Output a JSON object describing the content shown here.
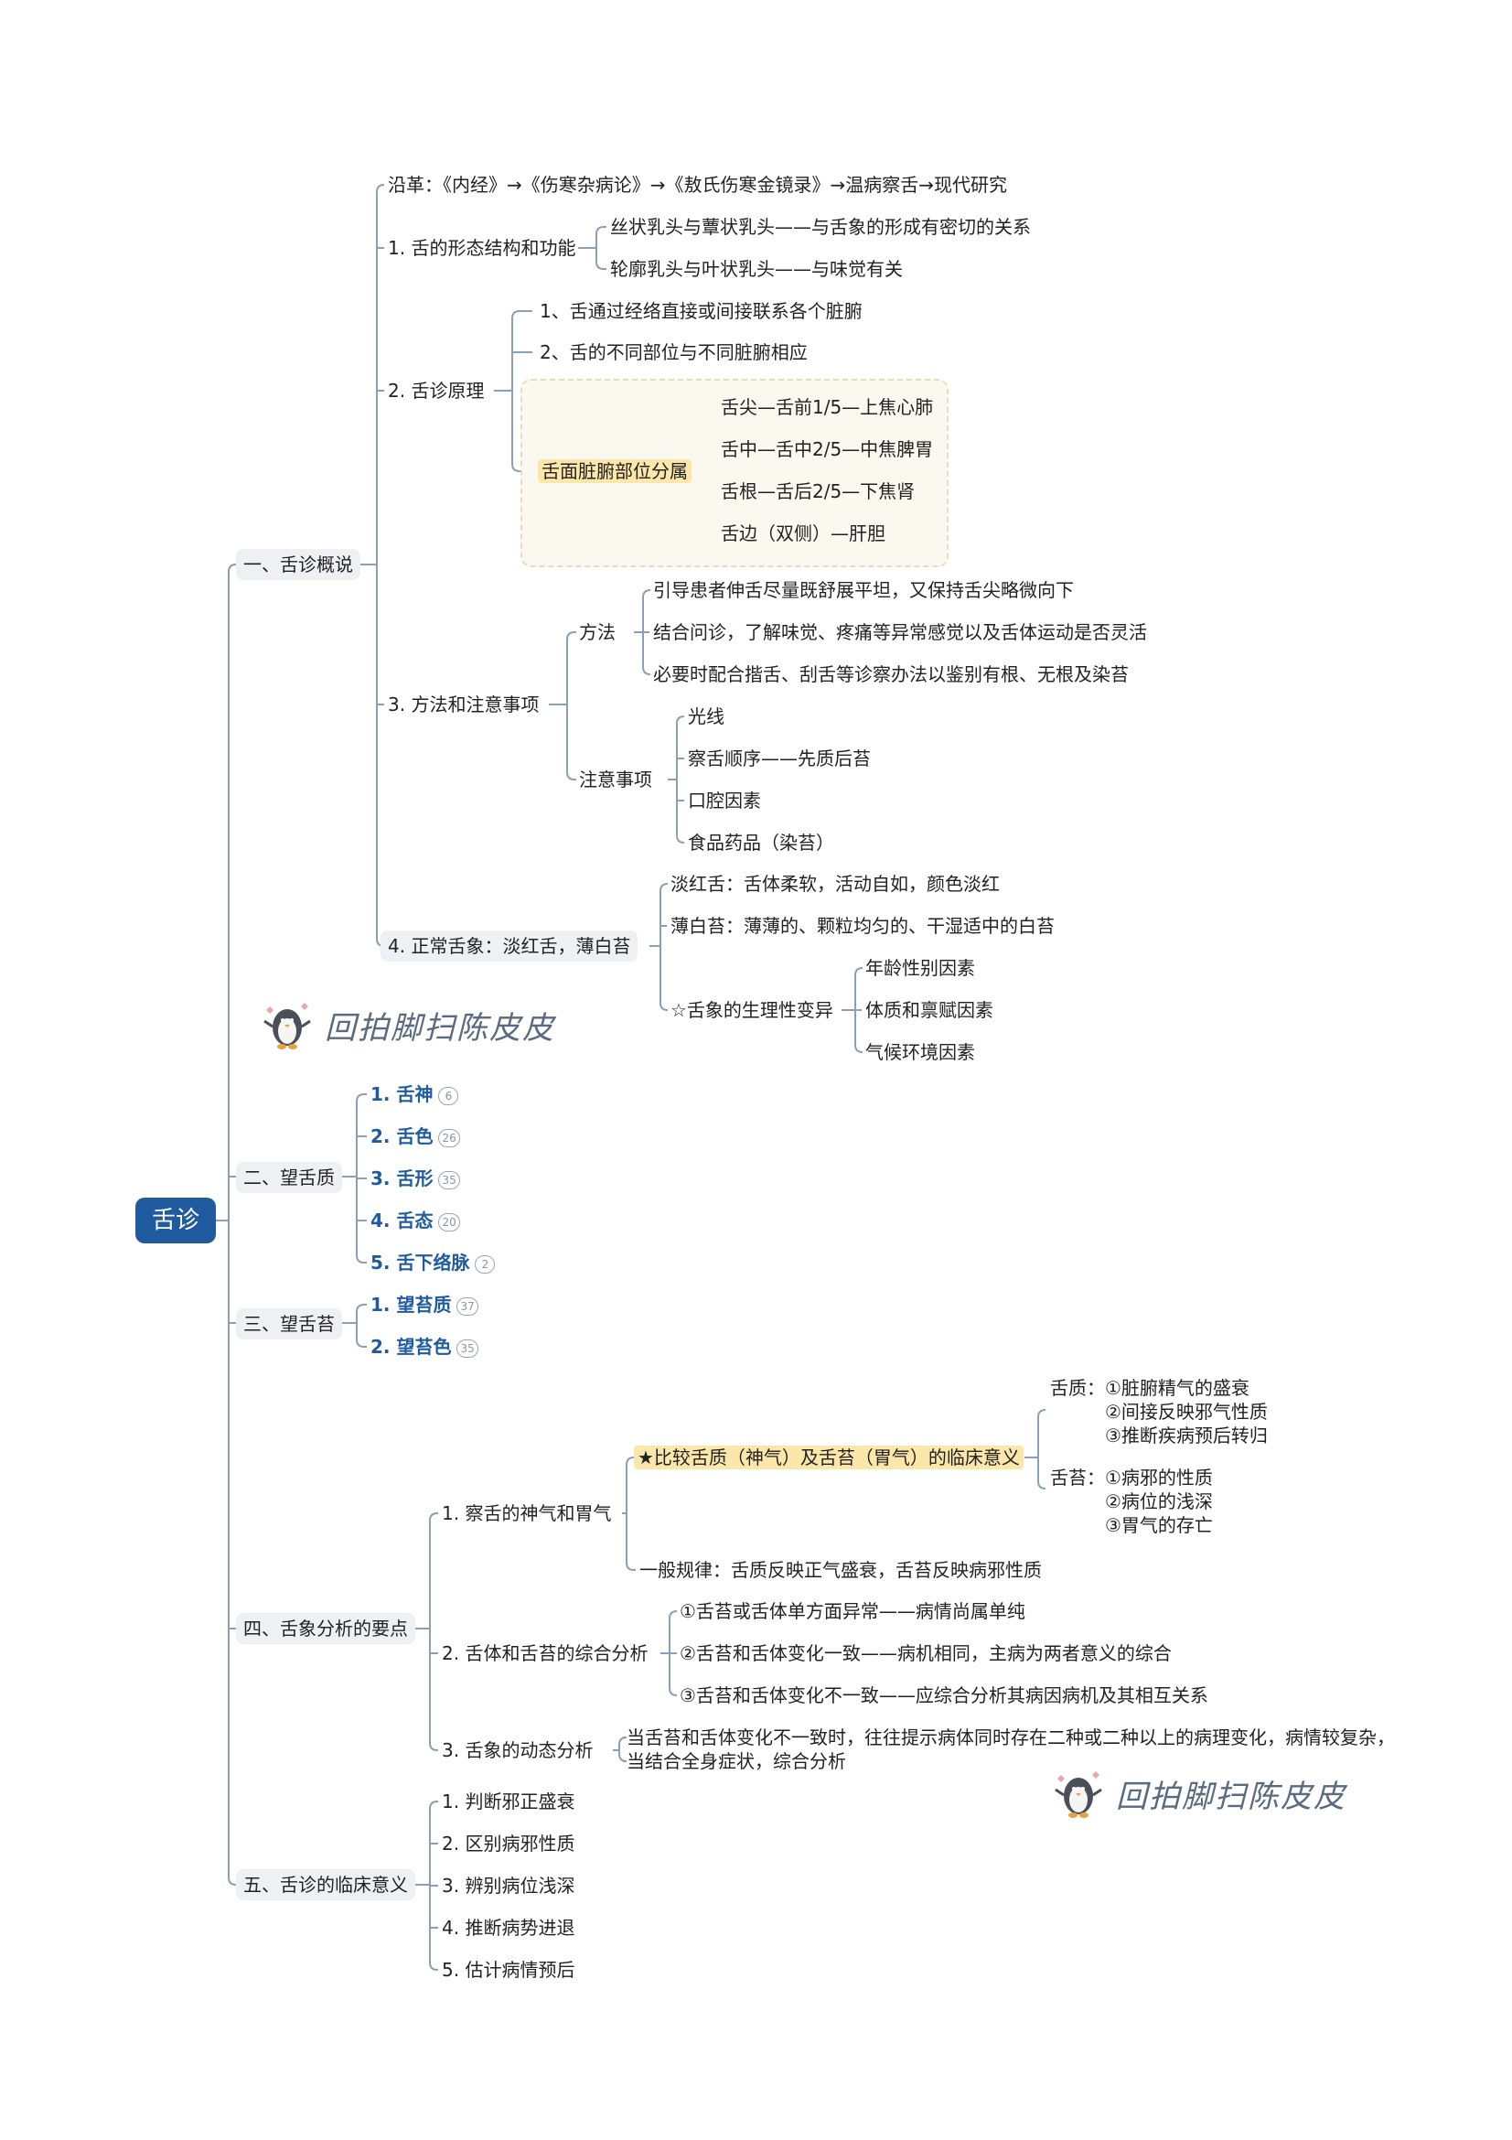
{
  "root": {
    "label": "舌诊"
  },
  "watermark": {
    "text": "回拍脚扫陈皮皮"
  },
  "sections": [
    {
      "label": "一、舌诊概说",
      "items": {
        "history": "沿革：《内经》→《伤寒杂病论》→《敖氏伤寒金镜录》→温病察舌→现代研究",
        "structure": {
          "label": "1. 舌的形态结构和功能",
          "children": [
            "丝状乳头与蕈状乳头——与舌象的形成有密切的关系",
            "轮廓乳头与叶状乳头——与味觉有关"
          ]
        },
        "principle": {
          "label": "2. 舌诊原理",
          "children": [
            "1、舌通过经络直接或间接联系各个脏腑",
            "2、舌的不同部位与不同脏腑相应"
          ],
          "zones": {
            "label": "舌面脏腑部位分属",
            "children": [
              "舌尖—舌前1/5—上焦心肺",
              "舌中—舌中2/5—中焦脾胃",
              "舌根—舌后2/5—下焦肾",
              "舌边（双侧）—肝胆"
            ]
          }
        },
        "method": {
          "label": "3. 方法和注意事项",
          "way": {
            "label": "方法",
            "children": [
              "引导患者伸舌尽量既舒展平坦，又保持舌尖略微向下",
              "结合问诊，了解味觉、疼痛等异常感觉以及舌体运动是否灵活",
              "必要时配合揩舌、刮舌等诊察办法以鉴别有根、无根及染苔"
            ]
          },
          "notes": {
            "label": "注意事项",
            "children": [
              "光线",
              "察舌顺序——先质后苔",
              "口腔因素",
              "食品药品（染苔）"
            ]
          }
        },
        "normal": {
          "label": "4. 正常舌象：淡红舌，薄白苔",
          "children": [
            "淡红舌：舌体柔软，活动自如，颜色淡红",
            "薄白苔：薄薄的、颗粒均匀的、干湿适中的白苔"
          ],
          "variation": {
            "label": "☆舌象的生理性变异",
            "children": [
              "年龄性别因素",
              "体质和禀赋因素",
              "气候环境因素"
            ]
          }
        }
      }
    },
    {
      "label": "二、望舌质",
      "items": [
        {
          "label": "1. 舌神",
          "count": "6"
        },
        {
          "label": "2. 舌色",
          "count": "26"
        },
        {
          "label": "3. 舌形",
          "count": "35"
        },
        {
          "label": "4. 舌态",
          "count": "20"
        },
        {
          "label": "5. 舌下络脉",
          "count": "2"
        }
      ]
    },
    {
      "label": "三、望舌苔",
      "items": [
        {
          "label": "1. 望苔质",
          "count": "37"
        },
        {
          "label": "2. 望苔色",
          "count": "35"
        }
      ]
    },
    {
      "label": "四、舌象分析的要点",
      "items": {
        "qi": {
          "label": "1. 察舌的神气和胃气",
          "compare": {
            "label": "★比较舌质（神气）及舌苔（胃气）的临床意义",
            "zhi": "舌质：①脏腑精气的盛衰\n　　　②间接反映邪气性质\n　　　③推断疾病预后转归",
            "tai": "舌苔：①病邪的性质\n　　　②病位的浅深\n　　　③胃气的存亡"
          },
          "rule": "一般规律：舌质反映正气盛衰，舌苔反映病邪性质"
        },
        "combined": {
          "label": "2. 舌体和舌苔的综合分析",
          "children": [
            "①舌苔或舌体单方面异常——病情尚属单纯",
            "②舌苔和舌体变化一致——病机相同，主病为两者意义的综合",
            "③舌苔和舌体变化不一致——应综合分析其病因病机及其相互关系"
          ]
        },
        "dynamic": {
          "label": "3. 舌象的动态分析",
          "text": "当舌苔和舌体变化不一致时，往往提示病体同时存在二种或二种以上的病理变化，病情较复杂，\n当结合全身症状，综合分析"
        }
      }
    },
    {
      "label": "五、舌诊的临床意义",
      "items": [
        "1. 判断邪正盛衰",
        "2. 区别病邪性质",
        "3. 辨别病位浅深",
        "4. 推断病势进退",
        "5. 估计病情预后"
      ]
    }
  ]
}
